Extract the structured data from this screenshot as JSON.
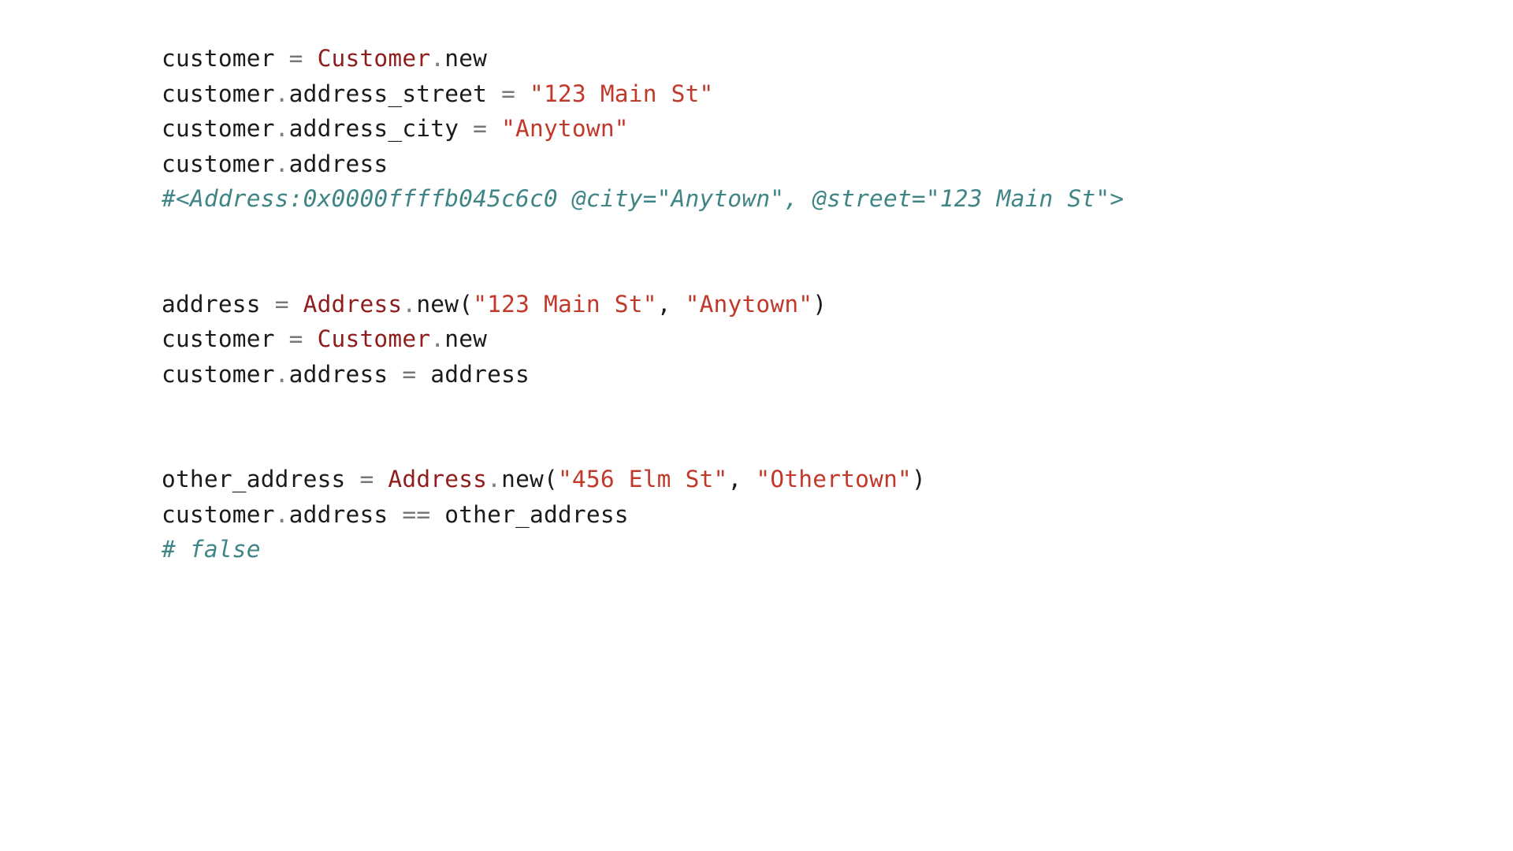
{
  "document": {
    "title": "Ruby code snippet - Address value object",
    "language": "ruby",
    "background_color": "#ffffff"
  },
  "theme": {
    "plain_color": "#1b1b1b",
    "operator_color": "#777777",
    "dot_color": "#808080",
    "class_color": "#8f1d1d",
    "string_color": "#c0392b",
    "comment_color": "#3f8585"
  },
  "blocks": [
    {
      "id": "block-1",
      "lines": [
        {
          "id": "b1-l1",
          "text": "customer = Customer.new",
          "tokens": [
            {
              "t": "customer",
              "k": "plain"
            },
            {
              "t": " ",
              "k": "plain"
            },
            {
              "t": "=",
              "k": "op"
            },
            {
              "t": " ",
              "k": "plain"
            },
            {
              "t": "Customer",
              "k": "class"
            },
            {
              "t": ".",
              "k": "dot"
            },
            {
              "t": "new",
              "k": "plain"
            }
          ]
        },
        {
          "id": "b1-l2",
          "text": "customer.address_street = \"123 Main St\"",
          "tokens": [
            {
              "t": "customer",
              "k": "plain"
            },
            {
              "t": ".",
              "k": "dot"
            },
            {
              "t": "address_street",
              "k": "plain"
            },
            {
              "t": " ",
              "k": "plain"
            },
            {
              "t": "=",
              "k": "op"
            },
            {
              "t": " ",
              "k": "plain"
            },
            {
              "t": "\"123 Main St\"",
              "k": "string"
            }
          ]
        },
        {
          "id": "b1-l3",
          "text": "customer.address_city = \"Anytown\"",
          "tokens": [
            {
              "t": "customer",
              "k": "plain"
            },
            {
              "t": ".",
              "k": "dot"
            },
            {
              "t": "address_city",
              "k": "plain"
            },
            {
              "t": " ",
              "k": "plain"
            },
            {
              "t": "=",
              "k": "op"
            },
            {
              "t": " ",
              "k": "plain"
            },
            {
              "t": "\"Anytown\"",
              "k": "string"
            }
          ]
        },
        {
          "id": "b1-l4",
          "text": "customer.address",
          "tokens": [
            {
              "t": "customer",
              "k": "plain"
            },
            {
              "t": ".",
              "k": "dot"
            },
            {
              "t": "address",
              "k": "plain"
            }
          ]
        },
        {
          "id": "b1-l5",
          "text": "#<Address:0x0000ffffb045c6c0 @city=\"Anytown\", @street=\"123 Main St\">",
          "tokens": [
            {
              "t": "#<Address:0x0000ffffb045c6c0 @city=\"Anytown\", @street=\"123 Main St\">",
              "k": "comment"
            }
          ]
        }
      ]
    },
    {
      "id": "block-2",
      "lines": [
        {
          "id": "b2-l1",
          "text": "address = Address.new(\"123 Main St\", \"Anytown\")",
          "tokens": [
            {
              "t": "address",
              "k": "plain"
            },
            {
              "t": " ",
              "k": "plain"
            },
            {
              "t": "=",
              "k": "op"
            },
            {
              "t": " ",
              "k": "plain"
            },
            {
              "t": "Address",
              "k": "class"
            },
            {
              "t": ".",
              "k": "dot"
            },
            {
              "t": "new(",
              "k": "plain"
            },
            {
              "t": "\"123 Main St\"",
              "k": "string"
            },
            {
              "t": ",",
              "k": "plain"
            },
            {
              "t": " ",
              "k": "plain"
            },
            {
              "t": "\"Anytown\"",
              "k": "string"
            },
            {
              "t": ")",
              "k": "plain"
            }
          ]
        },
        {
          "id": "b2-l2",
          "text": "customer = Customer.new",
          "tokens": [
            {
              "t": "customer",
              "k": "plain"
            },
            {
              "t": " ",
              "k": "plain"
            },
            {
              "t": "=",
              "k": "op"
            },
            {
              "t": " ",
              "k": "plain"
            },
            {
              "t": "Customer",
              "k": "class"
            },
            {
              "t": ".",
              "k": "dot"
            },
            {
              "t": "new",
              "k": "plain"
            }
          ]
        },
        {
          "id": "b2-l3",
          "text": "customer.address = address",
          "tokens": [
            {
              "t": "customer",
              "k": "plain"
            },
            {
              "t": ".",
              "k": "dot"
            },
            {
              "t": "address",
              "k": "plain"
            },
            {
              "t": " ",
              "k": "plain"
            },
            {
              "t": "=",
              "k": "op"
            },
            {
              "t": " ",
              "k": "plain"
            },
            {
              "t": "address",
              "k": "plain"
            }
          ]
        }
      ]
    },
    {
      "id": "block-3",
      "lines": [
        {
          "id": "b3-l1",
          "text": "other_address = Address.new(\"456 Elm St\", \"Othertown\")",
          "tokens": [
            {
              "t": "other_address",
              "k": "plain"
            },
            {
              "t": " ",
              "k": "plain"
            },
            {
              "t": "=",
              "k": "op"
            },
            {
              "t": " ",
              "k": "plain"
            },
            {
              "t": "Address",
              "k": "class"
            },
            {
              "t": ".",
              "k": "dot"
            },
            {
              "t": "new(",
              "k": "plain"
            },
            {
              "t": "\"456 Elm St\"",
              "k": "string"
            },
            {
              "t": ",",
              "k": "plain"
            },
            {
              "t": " ",
              "k": "plain"
            },
            {
              "t": "\"Othertown\"",
              "k": "string"
            },
            {
              "t": ")",
              "k": "plain"
            }
          ]
        },
        {
          "id": "b3-l2",
          "text": "customer.address == other_address",
          "tokens": [
            {
              "t": "customer",
              "k": "plain"
            },
            {
              "t": ".",
              "k": "dot"
            },
            {
              "t": "address",
              "k": "plain"
            },
            {
              "t": " ",
              "k": "plain"
            },
            {
              "t": "==",
              "k": "op"
            },
            {
              "t": " ",
              "k": "plain"
            },
            {
              "t": "other_address",
              "k": "plain"
            }
          ]
        },
        {
          "id": "b3-l3",
          "text": "# false",
          "tokens": [
            {
              "t": "# false",
              "k": "comment"
            }
          ]
        }
      ]
    }
  ]
}
